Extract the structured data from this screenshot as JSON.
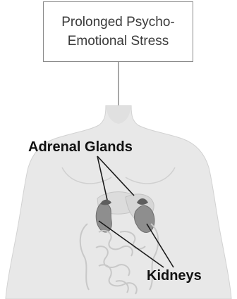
{
  "stress_box": {
    "line1": "Prolonged Psycho-",
    "line2": "Emotional Stress"
  },
  "labels": {
    "adrenal": "Adrenal Glands",
    "kidneys": "Kidneys"
  },
  "colors": {
    "body": "#e6e6e6",
    "body_outline": "#cfcfcf",
    "organ": "#d9d9d9",
    "kidney": "#8c8c8c",
    "leader_line": "#1a1a1a",
    "connector": "#6f6f6f"
  }
}
